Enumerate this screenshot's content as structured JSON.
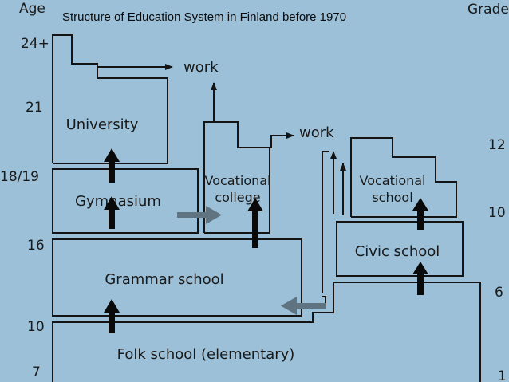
{
  "title": "Structure of Education System in Finland before 1970",
  "axis_left": {
    "label": "Age",
    "ticks": [
      "24+",
      "21",
      "18/19",
      "16",
      "10",
      "7"
    ]
  },
  "axis_right": {
    "label": "Grade",
    "ticks": [
      "12",
      "10",
      "6",
      "1"
    ]
  },
  "boxes": {
    "university": "University",
    "gymnasium": "Gymnasium",
    "vocational_college_1": "Vocational",
    "vocational_college_2": "college",
    "vocational_school_1": "Vocational",
    "vocational_school_2": "school",
    "civic_school": "Civic school",
    "grammar_school": "Grammar school",
    "folk_school": "Folk school (elementary)"
  },
  "work_labels": [
    "work",
    "work"
  ],
  "colors": {
    "background": "#9bc0d8",
    "lines": "#141414",
    "transfer_arrow": "#5f7380"
  }
}
